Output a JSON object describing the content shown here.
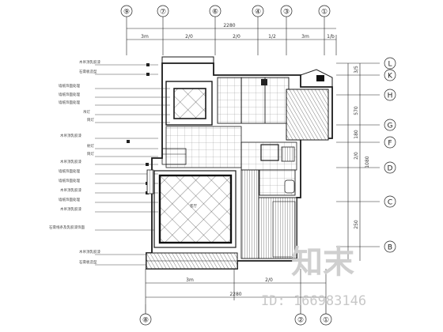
{
  "plan": {
    "top_axes": [
      "⑨",
      "⑦",
      "⑥",
      "④",
      "③",
      "①"
    ],
    "bottom_axes": [
      "⑧",
      "②",
      "①"
    ],
    "right_axes": [
      "L",
      "K",
      "H",
      "G",
      "F",
      "D",
      "C",
      "B"
    ],
    "top_dims": [
      "3m",
      "2/0",
      "2/0",
      "1/2",
      "3m",
      "1/b"
    ],
    "top_total": "2280",
    "bottom_dims": [
      "3m",
      "2/0"
    ],
    "bottom_total": "2280",
    "right_dims": [
      "3/5",
      "570",
      "180",
      "2/0",
      "1080",
      "250"
    ],
    "left_notes": [
      "木吊顶乳胶漆",
      "石膏板造型",
      "墙纸饰面处理",
      "墙纸饰面处理",
      "墙纸饰面处理",
      "吊灯",
      "筒灯",
      "木吊顶乳胶漆",
      "射灯",
      "筒灯",
      "木吊顶乳胶漆",
      "墙纸饰面处理",
      "墙纸饰面处理",
      "木吊顶乳胶漆",
      "墙纸饰面处理",
      "木吊顶乳胶漆",
      "石膏线条及乳胶漆饰面",
      "木吊顶乳胶漆",
      "石膏板造型"
    ],
    "room_label": "客厅"
  },
  "watermark": {
    "brand": "知末",
    "id": "ID: 166983146"
  },
  "colors": {
    "line": "#1a1a1a",
    "hatch": "#555555",
    "watermark": "#cccccc"
  }
}
